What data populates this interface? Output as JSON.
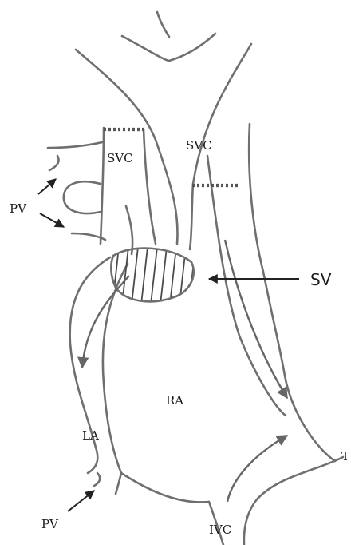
{
  "labels": {
    "svc_left": "SVC",
    "svc_right": "SVC",
    "pv_upper": "PV",
    "sv": "SV",
    "ra": "RA",
    "la": "LA",
    "t": "T",
    "pv_lower": "PV",
    "ivc": "IVC"
  },
  "colors": {
    "vessel_outline": "#6f6f6f",
    "label_arrows": "#222222",
    "flow_arrows": "#666666",
    "background": "#ffffff"
  }
}
